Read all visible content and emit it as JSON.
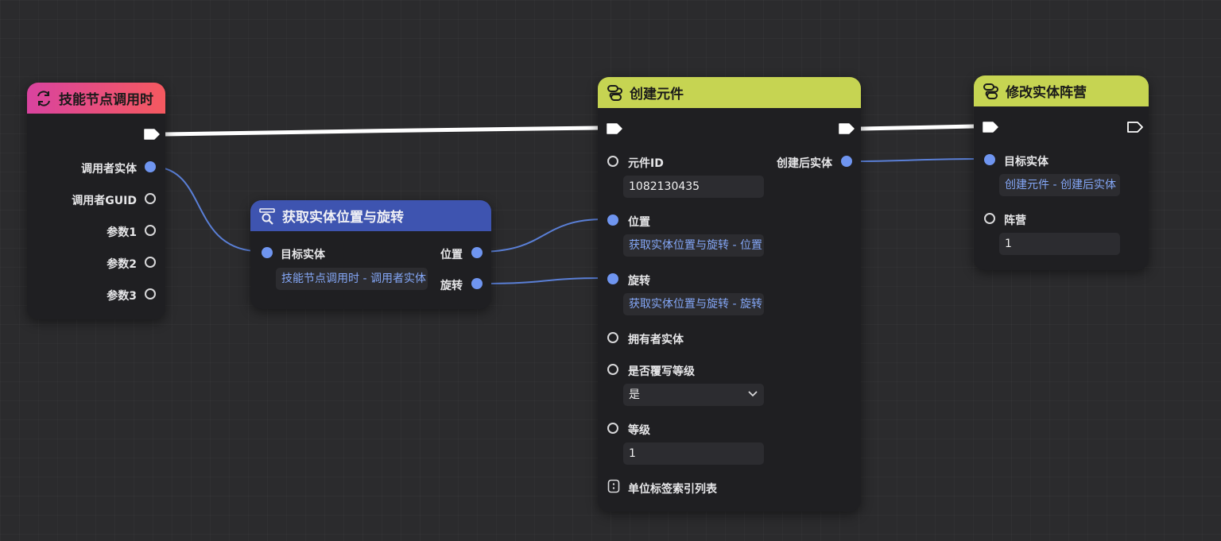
{
  "colors": {
    "canvas_bg": "#2b2b2d",
    "node_bg": "#1f1f22",
    "event_header_from": "#d9439f",
    "event_header_to": "#f5595f",
    "query_header": "#3e54b0",
    "exec_header": "#c6d452",
    "data_pin": "#6f95f0",
    "data_wire": "#5a7fd6",
    "flow_wire": "#ffffff"
  },
  "node_event": {
    "title": "技能节点调用时",
    "icon": "event-refresh-icon",
    "outputs": [
      "调用者实体",
      "调用者GUID",
      "参数1",
      "参数2",
      "参数3"
    ]
  },
  "node_query": {
    "title": "获取实体位置与旋转",
    "icon": "query-search-icon",
    "input_label": "目标实体",
    "input_value": "技能节点调用时 - 调用者实体",
    "output_position": "位置",
    "output_rotation": "旋转"
  },
  "node_create": {
    "title": "创建元件",
    "icon": "exec-node-icon",
    "element_id_label": "元件ID",
    "element_id_value": "1082130435",
    "output_entity": "创建后实体",
    "position_label": "位置",
    "position_value": "获取实体位置与旋转 - 位置",
    "rotation_label": "旋转",
    "rotation_value": "获取实体位置与旋转 - 旋转",
    "owner_label": "拥有者实体",
    "override_label": "是否覆写等级",
    "override_value": "是",
    "level_label": "等级",
    "level_value": "1",
    "tag_list_label": "单位标签索引列表"
  },
  "node_faction": {
    "title": "修改实体阵营",
    "icon": "exec-node-icon",
    "target_label": "目标实体",
    "target_value": "创建元件 - 创建后实体",
    "faction_label": "阵营",
    "faction_value": "1"
  }
}
